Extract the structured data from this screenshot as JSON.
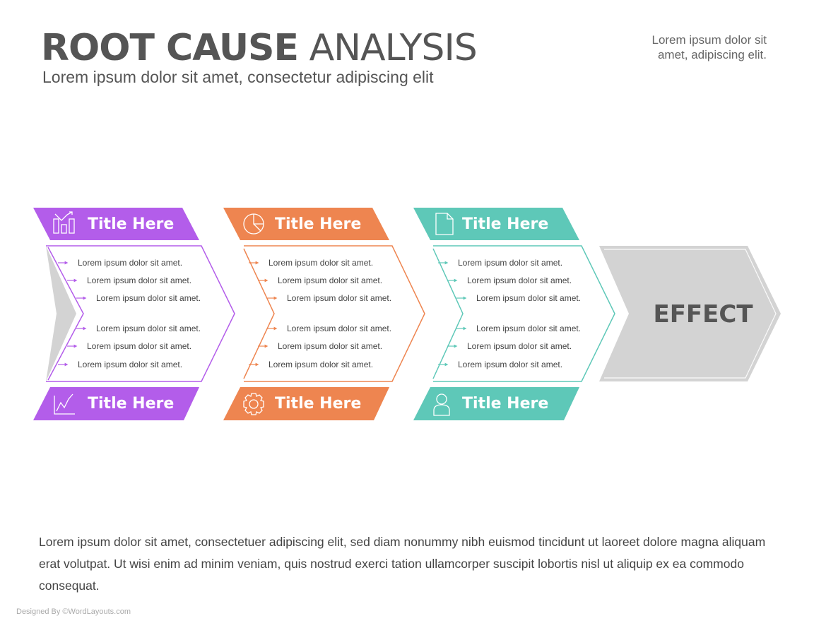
{
  "header": {
    "title_bold": "ROOT CAUSE",
    "title_light": "ANALYSIS",
    "subtitle": "Lorem ipsum dolor sit amet, consectetur adipiscing elit",
    "note_line1": "Lorem ipsum dolor sit",
    "note_line2": "amet, adipiscing elit."
  },
  "colors": {
    "purple": "#B35DEA",
    "orange": "#EE8550",
    "teal": "#5EC8B8",
    "effect_gray": "#D3D3D3",
    "text_dark": "#555555"
  },
  "causes": [
    {
      "color": "#B35DEA",
      "top_title": "Title Here",
      "top_icon": "bar-chart-growth-icon",
      "bottom_title": "Title Here",
      "bottom_icon": "line-chart-icon",
      "bullets": [
        "Lorem ipsum dolor sit amet.",
        "Lorem ipsum dolor sit amet.",
        "Lorem ipsum dolor sit amet.",
        "Lorem ipsum dolor sit amet.",
        "Lorem ipsum dolor sit amet.",
        "Lorem ipsum dolor sit amet."
      ]
    },
    {
      "color": "#EE8550",
      "top_title": "Title Here",
      "top_icon": "pie-chart-icon",
      "bottom_title": "Title Here",
      "bottom_icon": "gear-icon",
      "bullets": [
        "Lorem ipsum dolor sit amet.",
        "Lorem ipsum dolor sit amet.",
        "Lorem ipsum dolor sit amet.",
        "Lorem ipsum dolor sit amet.",
        "Lorem ipsum dolor sit amet.",
        "Lorem ipsum dolor sit amet."
      ]
    },
    {
      "color": "#5EC8B8",
      "top_title": "Title Here",
      "top_icon": "document-icon",
      "bottom_title": "Title Here",
      "bottom_icon": "user-icon",
      "bullets": [
        "Lorem ipsum dolor sit amet.",
        "Lorem ipsum dolor sit amet.",
        "Lorem ipsum dolor sit amet.",
        "Lorem ipsum dolor sit amet.",
        "Lorem ipsum dolor sit amet.",
        "Lorem ipsum dolor sit amet."
      ]
    }
  ],
  "effect": {
    "label": "EFFECT"
  },
  "footer": {
    "paragraph": "Lorem ipsum dolor sit amet, consectetuer adipiscing elit, sed diam nonummy nibh euismod tincidunt ut laoreet dolore magna aliquam erat volutpat. Ut wisi enim ad minim veniam, quis nostrud exerci tation ullamcorper suscipit lobortis nisl ut aliquip ex ea commodo consequat.",
    "credit": "Designed By ©WordLayouts.com"
  }
}
